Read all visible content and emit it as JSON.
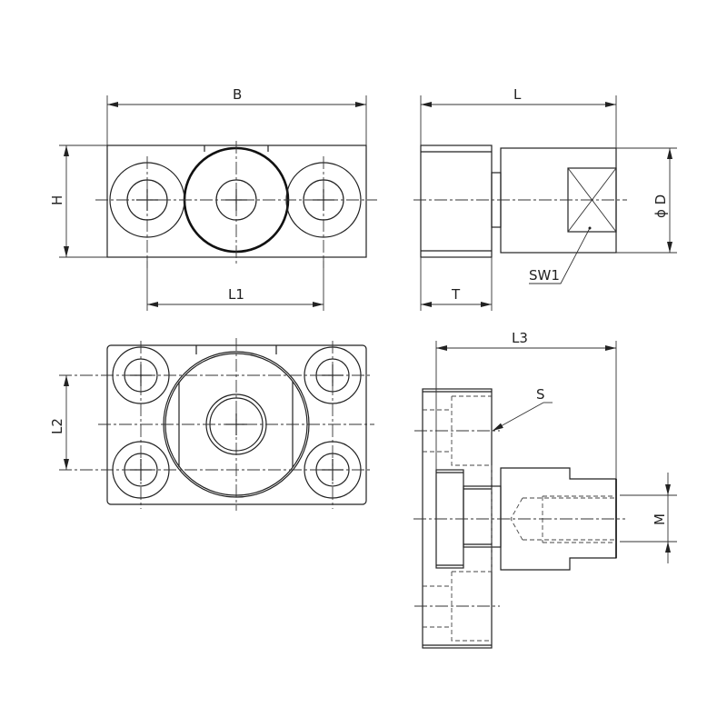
{
  "dimensions": {
    "B": "B",
    "L": "L",
    "H": "H",
    "D": "ϕ D",
    "SW1": "SW1",
    "L1": "L1",
    "T": "T",
    "L2": "L2",
    "L3": "L3",
    "S": "S",
    "M": "M"
  },
  "colors": {
    "line": "#222222",
    "background": "#ffffff"
  }
}
